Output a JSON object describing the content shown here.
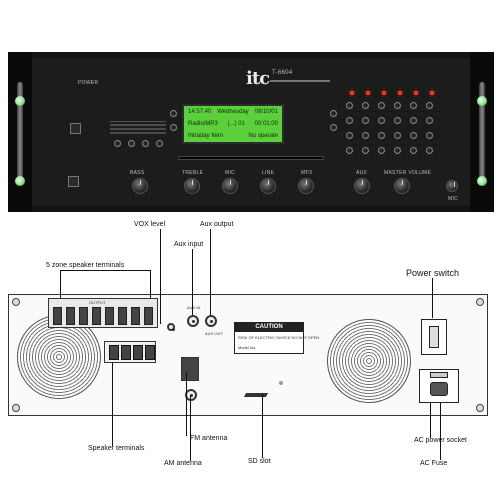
{
  "front_panel": {
    "brand": "itc",
    "model": "T-6604",
    "panel_labels": {
      "power": "POWER",
      "left_knobs": [
        "BASS",
        "TREBLE",
        "MIC",
        "LINE",
        "MP3"
      ],
      "right_knobs": [
        "AUX",
        "MASTER VOLUME"
      ],
      "phone": "MIC"
    },
    "lcd": {
      "line1_left": "14:57:40",
      "line1_mid": "Wednesday",
      "line1_right": "09/10/01",
      "line2_left": "Radio/MP3",
      "line2_mid": "(...) 01",
      "line2_right": "00:01:00",
      "line3_left": "Intraday Item",
      "line3_right": "No operate",
      "background_color": "#5cd03c"
    }
  },
  "rear_panel": {
    "caution_title": "CAUTION",
    "caution_text": "RISK OF ELECTRIC SHOCK DO NOT OPEN",
    "model_tag": "Model No.",
    "input_label": "AUX IN",
    "output_label": "AUX OUT",
    "output_group_label": "OUTPUT"
  },
  "callouts": {
    "vox_level": "VOX level",
    "aux_output": "Aux output",
    "aux_input": "Aux input",
    "zone_terminals": "5 zone speaker terminals",
    "power_switch": "Power switch",
    "speaker_terminals": "Speaker terminals",
    "am_antenna": "AM antenna",
    "fm_antenna": "FM antenna",
    "sd_slot": "SD slot",
    "ac_power_socket": "AC power socket",
    "ac_fuse": "AC Fuse"
  }
}
